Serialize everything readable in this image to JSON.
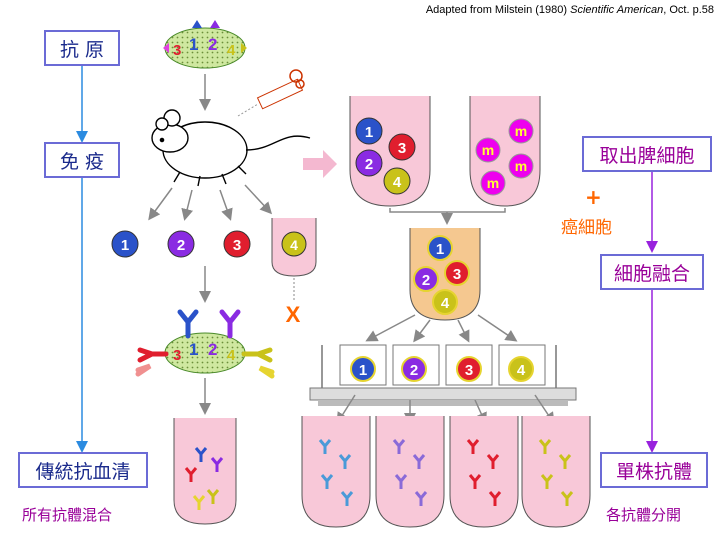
{
  "credit": {
    "prefix": "Adapted from Milstein (1980) ",
    "journal": "Scientific American",
    "suffix": ", Oct. p.58"
  },
  "left_column": {
    "antigen": "抗 原",
    "immunize": "免 疫",
    "traditional_serum": "傳統抗血清",
    "traditional_note": "所有抗體混合"
  },
  "right_column": {
    "take_spleen": "取出脾細胞",
    "plus": "+",
    "cancer_cells": "癌細胞",
    "cell_fusion": "細胞融合",
    "monoclonal": "單株抗體",
    "monoclonal_note": "各抗體分開"
  },
  "antigen_epitopes": [
    "3",
    "1",
    "2",
    "4"
  ],
  "b_cells": [
    "1",
    "2",
    "3",
    "4"
  ],
  "myeloma_label": "m",
  "reject_mark": "X",
  "colors": {
    "blue": "#2a52c9",
    "purple": "#8a2be2",
    "red": "#e01e2e",
    "yellow": "#c9c21a",
    "magenta": "#ee00ee",
    "box_border": "#6b6bd6",
    "left_text": "#1a2a8c",
    "right_text": "#990099",
    "orange": "#ff6600",
    "arrow_blue": "#2b8be0",
    "arrow_purple": "#9922dd",
    "tube_pink": "#f8c8d8",
    "tube_orange": "#f5c890",
    "antigen_green": "#cfe8a0"
  }
}
